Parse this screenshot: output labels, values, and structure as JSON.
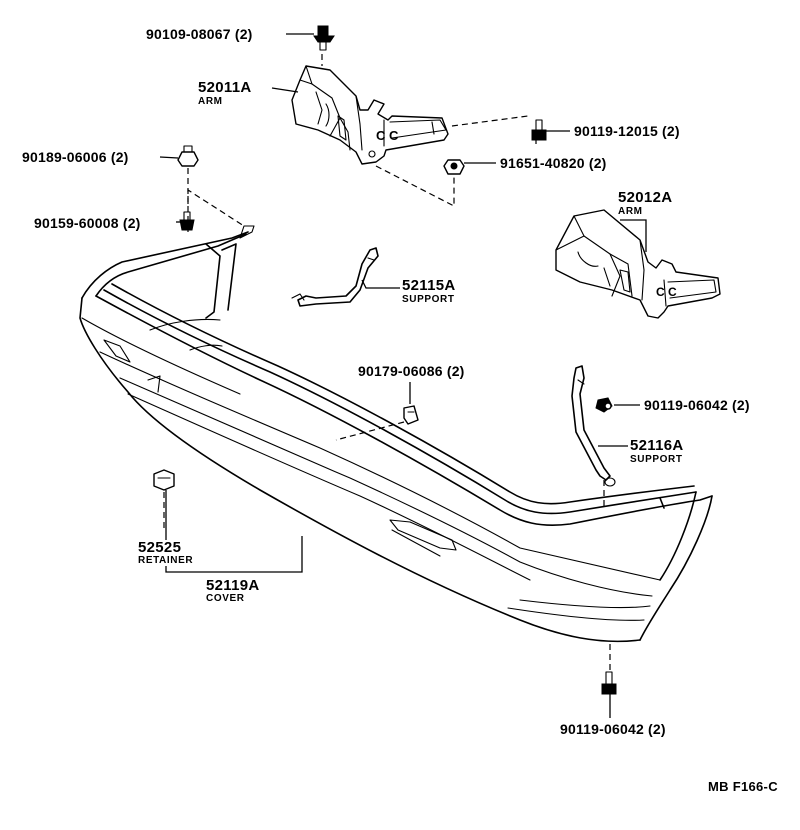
{
  "parts": {
    "bolt_top": {
      "number": "90109-08067",
      "qty": "(2)"
    },
    "arm_left": {
      "number": "52011A",
      "name": "ARM"
    },
    "bolt_right_arm": {
      "number": "90119-12015",
      "qty": "(2)"
    },
    "nut_left": {
      "number": "90189-06006",
      "qty": "(2)"
    },
    "nut_arm": {
      "number": "91651-40820",
      "qty": "(2)"
    },
    "clip_left": {
      "number": "90159-60008",
      "qty": "(2)"
    },
    "arm_right": {
      "number": "52012A",
      "name": "ARM"
    },
    "support_left": {
      "number": "52115A",
      "name": "SUPPORT"
    },
    "clip_center": {
      "number": "90179-06086",
      "qty": "(2)"
    },
    "bolt_support": {
      "number": "90119-06042",
      "qty": "(2)"
    },
    "support_right": {
      "number": "52116A",
      "name": "SUPPORT"
    },
    "retainer": {
      "number": "52525",
      "name": "RETAINER"
    },
    "cover": {
      "number": "52119A",
      "name": "COVER"
    },
    "bolt_bottom": {
      "number": "90119-06042",
      "qty": "(2)"
    }
  },
  "diagram_code": "MB F166-C"
}
